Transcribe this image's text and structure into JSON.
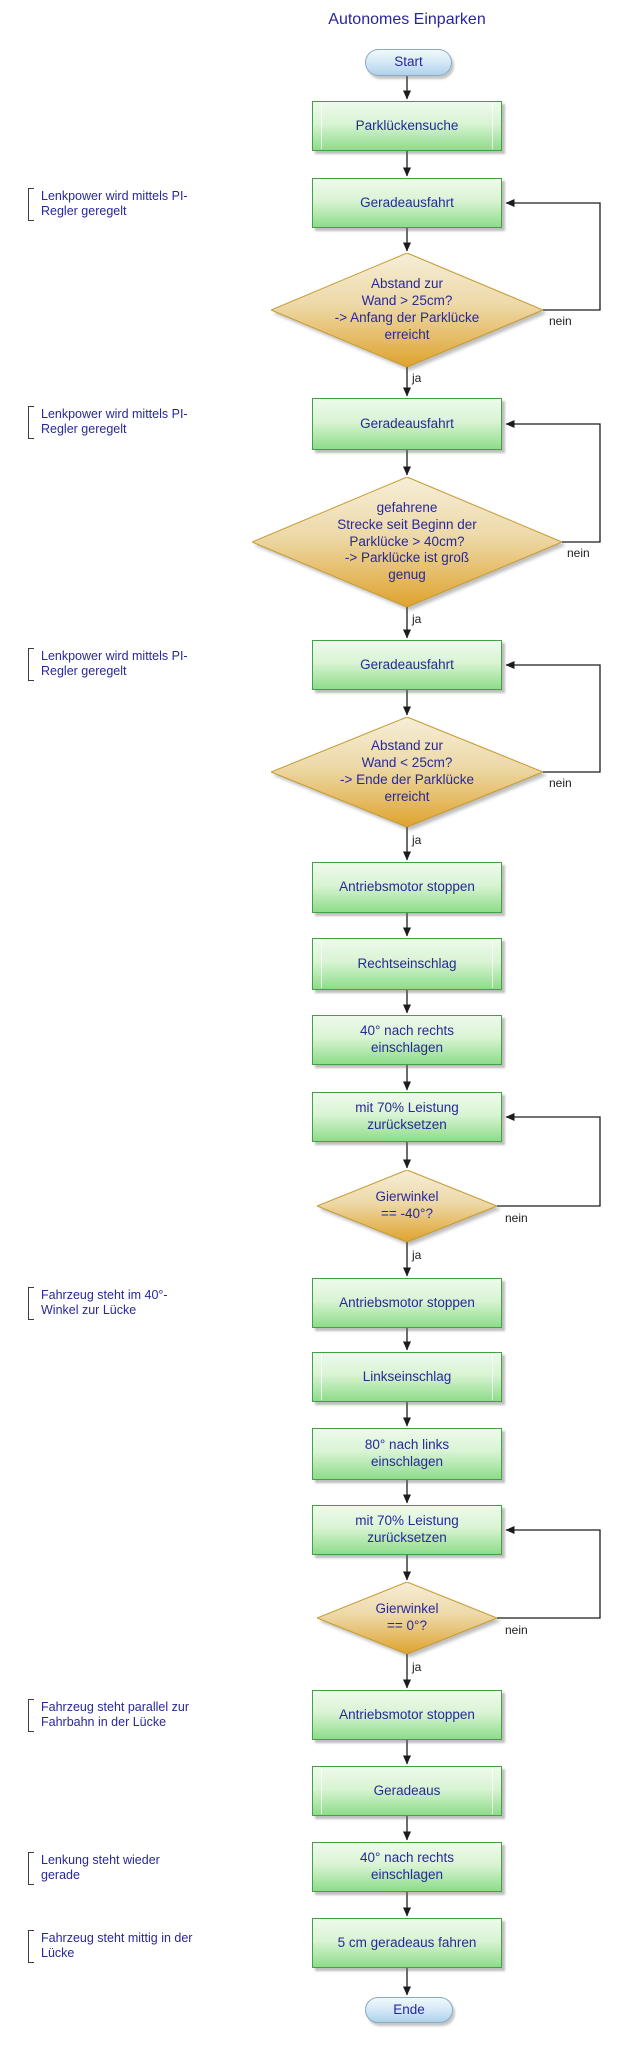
{
  "title": "Autonomes Einparken",
  "terminals": {
    "start": "Start",
    "end": "Ende"
  },
  "processes": {
    "parkluecke_suche": "Parklückensuche",
    "geradeausfahrt": "Geradeausfahrt",
    "antriebsmotor_stoppen": "Antriebsmotor stoppen",
    "rechtseinschlag": "Rechtseinschlag",
    "rechts_einschlagen_40": [
      "40° nach rechts",
      "einschlagen"
    ],
    "zuruecksetzen_70": [
      "mit 70% Leistung",
      "zurücksetzen"
    ],
    "linkseinschlag": "Linkseinschlag",
    "links_einschlagen_80": [
      "80° nach links",
      "einschlagen"
    ],
    "geradeaus": "Geradeaus",
    "geradeaus_fahren_5cm": "5 cm geradeaus fahren"
  },
  "decisions": {
    "anfang_parkluecke": [
      "Abstand zur",
      "Wand > 25cm?",
      "-> Anfang der Parklücke",
      "erreicht"
    ],
    "parkluecke_gross": [
      "gefahrene",
      "Strecke seit Beginn der",
      "Parklücke > 40cm?",
      "-> Parklücke ist groß",
      "genug"
    ],
    "ende_parkluecke": [
      "Abstand zur",
      "Wand < 25cm?",
      "-> Ende der Parklücke",
      "erreicht"
    ],
    "gierwinkel_minus40": [
      "Gierwinkel",
      "== -40°?"
    ],
    "gierwinkel_0": [
      "Gierwinkel",
      "== 0°?"
    ]
  },
  "edge_labels": {
    "ja": "ja",
    "nein": "nein"
  },
  "annotations": {
    "lenkpower": [
      "Lenkpower wird mittels PI-",
      "Regler geregelt"
    ],
    "winkel_40": [
      "Fahrzeug steht im 40°-",
      "Winkel zur Lücke"
    ],
    "parallel": [
      "Fahrzeug steht parallel zur",
      "Fahrbahn in der Lücke"
    ],
    "lenkung_gerade": [
      "Lenkung steht wieder",
      "gerade"
    ],
    "mittig": [
      "Fahrzeug steht mittig in der",
      "Lücke"
    ]
  },
  "colors": {
    "title_text": "#2626A0",
    "node_text": "#28289A",
    "process_border": "#43A043",
    "process_fill_top": "#EEFAEC",
    "process_fill_bottom": "#8EDC8A",
    "decision_border": "#C79A30",
    "decision_fill_top": "#F6EED8",
    "decision_fill_bottom": "#DFA32E",
    "terminal_border": "#8AA9C4",
    "terminal_fill_top": "#F1F8FD",
    "terminal_fill_bottom": "#AED2EB",
    "connector": "#1C1C1C",
    "edge_label_text": "#1C1C1C"
  }
}
